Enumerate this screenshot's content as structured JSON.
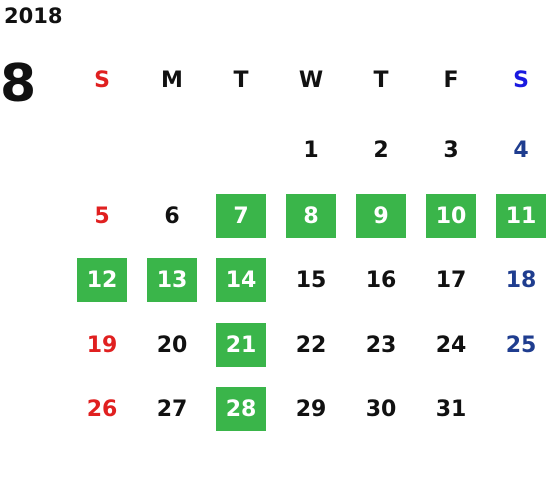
{
  "year": "2018",
  "month": "8",
  "highlight_color": "#3ab54a",
  "weekdays": [
    "S",
    "M",
    "T",
    "W",
    "T",
    "F",
    "S"
  ],
  "weeks": [
    [
      "",
      "",
      "",
      "1",
      "2",
      "3",
      "4"
    ],
    [
      "5",
      "6",
      "7",
      "8",
      "9",
      "10",
      "11"
    ],
    [
      "12",
      "13",
      "14",
      "15",
      "16",
      "17",
      "18"
    ],
    [
      "19",
      "20",
      "21",
      "22",
      "23",
      "24",
      "25"
    ],
    [
      "26",
      "27",
      "28",
      "29",
      "30",
      "31",
      ""
    ]
  ],
  "highlighted_days": [
    "7",
    "8",
    "9",
    "10",
    "11",
    "12",
    "13",
    "14",
    "21",
    "28"
  ]
}
